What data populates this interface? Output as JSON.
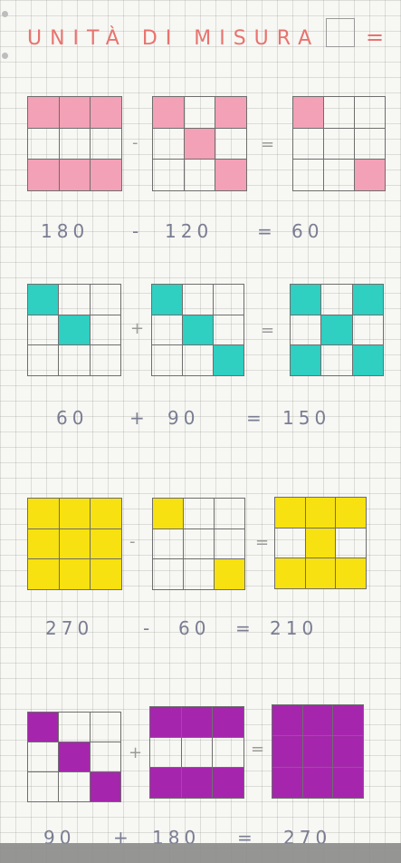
{
  "title": {
    "text": "UNITÀ DI MISURA",
    "equals": "="
  },
  "colors": {
    "pink": "#f2a1b6",
    "teal": "#2fcfc1",
    "yellow": "#f7e110",
    "purple": "#a526ad"
  },
  "rows": [
    {
      "id": "pink",
      "color": "pink",
      "op": "-",
      "grids": [
        [
          1,
          1,
          1,
          0,
          0,
          0,
          1,
          1,
          1
        ],
        [
          1,
          0,
          1,
          0,
          1,
          0,
          0,
          0,
          1
        ],
        [
          1,
          0,
          0,
          0,
          0,
          0,
          0,
          0,
          1
        ]
      ],
      "numbers": [
        "180",
        "-",
        "120",
        "=",
        "60"
      ]
    },
    {
      "id": "teal",
      "color": "teal",
      "op": "+",
      "grids": [
        [
          1,
          0,
          0,
          0,
          1,
          0,
          0,
          0,
          0
        ],
        [
          1,
          0,
          0,
          0,
          1,
          0,
          0,
          0,
          1
        ],
        [
          1,
          0,
          1,
          0,
          1,
          0,
          1,
          0,
          1
        ]
      ],
      "numbers": [
        "60",
        "+",
        "90",
        "=",
        "150"
      ]
    },
    {
      "id": "yellow",
      "color": "yellow",
      "op": "-",
      "grids": [
        [
          1,
          1,
          1,
          1,
          1,
          1,
          1,
          1,
          1
        ],
        [
          1,
          0,
          0,
          0,
          0,
          0,
          0,
          0,
          1
        ],
        [
          1,
          1,
          1,
          0,
          1,
          0,
          1,
          1,
          1
        ]
      ],
      "numbers": [
        "270",
        "-",
        "60",
        "=",
        "210"
      ]
    },
    {
      "id": "purple",
      "color": "purple",
      "op": "+",
      "grids": [
        [
          1,
          0,
          0,
          0,
          1,
          0,
          0,
          0,
          1
        ],
        [
          1,
          1,
          1,
          0,
          0,
          0,
          1,
          1,
          1
        ],
        [
          1,
          1,
          1,
          1,
          1,
          1,
          1,
          1,
          1
        ]
      ],
      "numbers": [
        "90",
        "+",
        "180",
        "=",
        "270"
      ]
    }
  ]
}
